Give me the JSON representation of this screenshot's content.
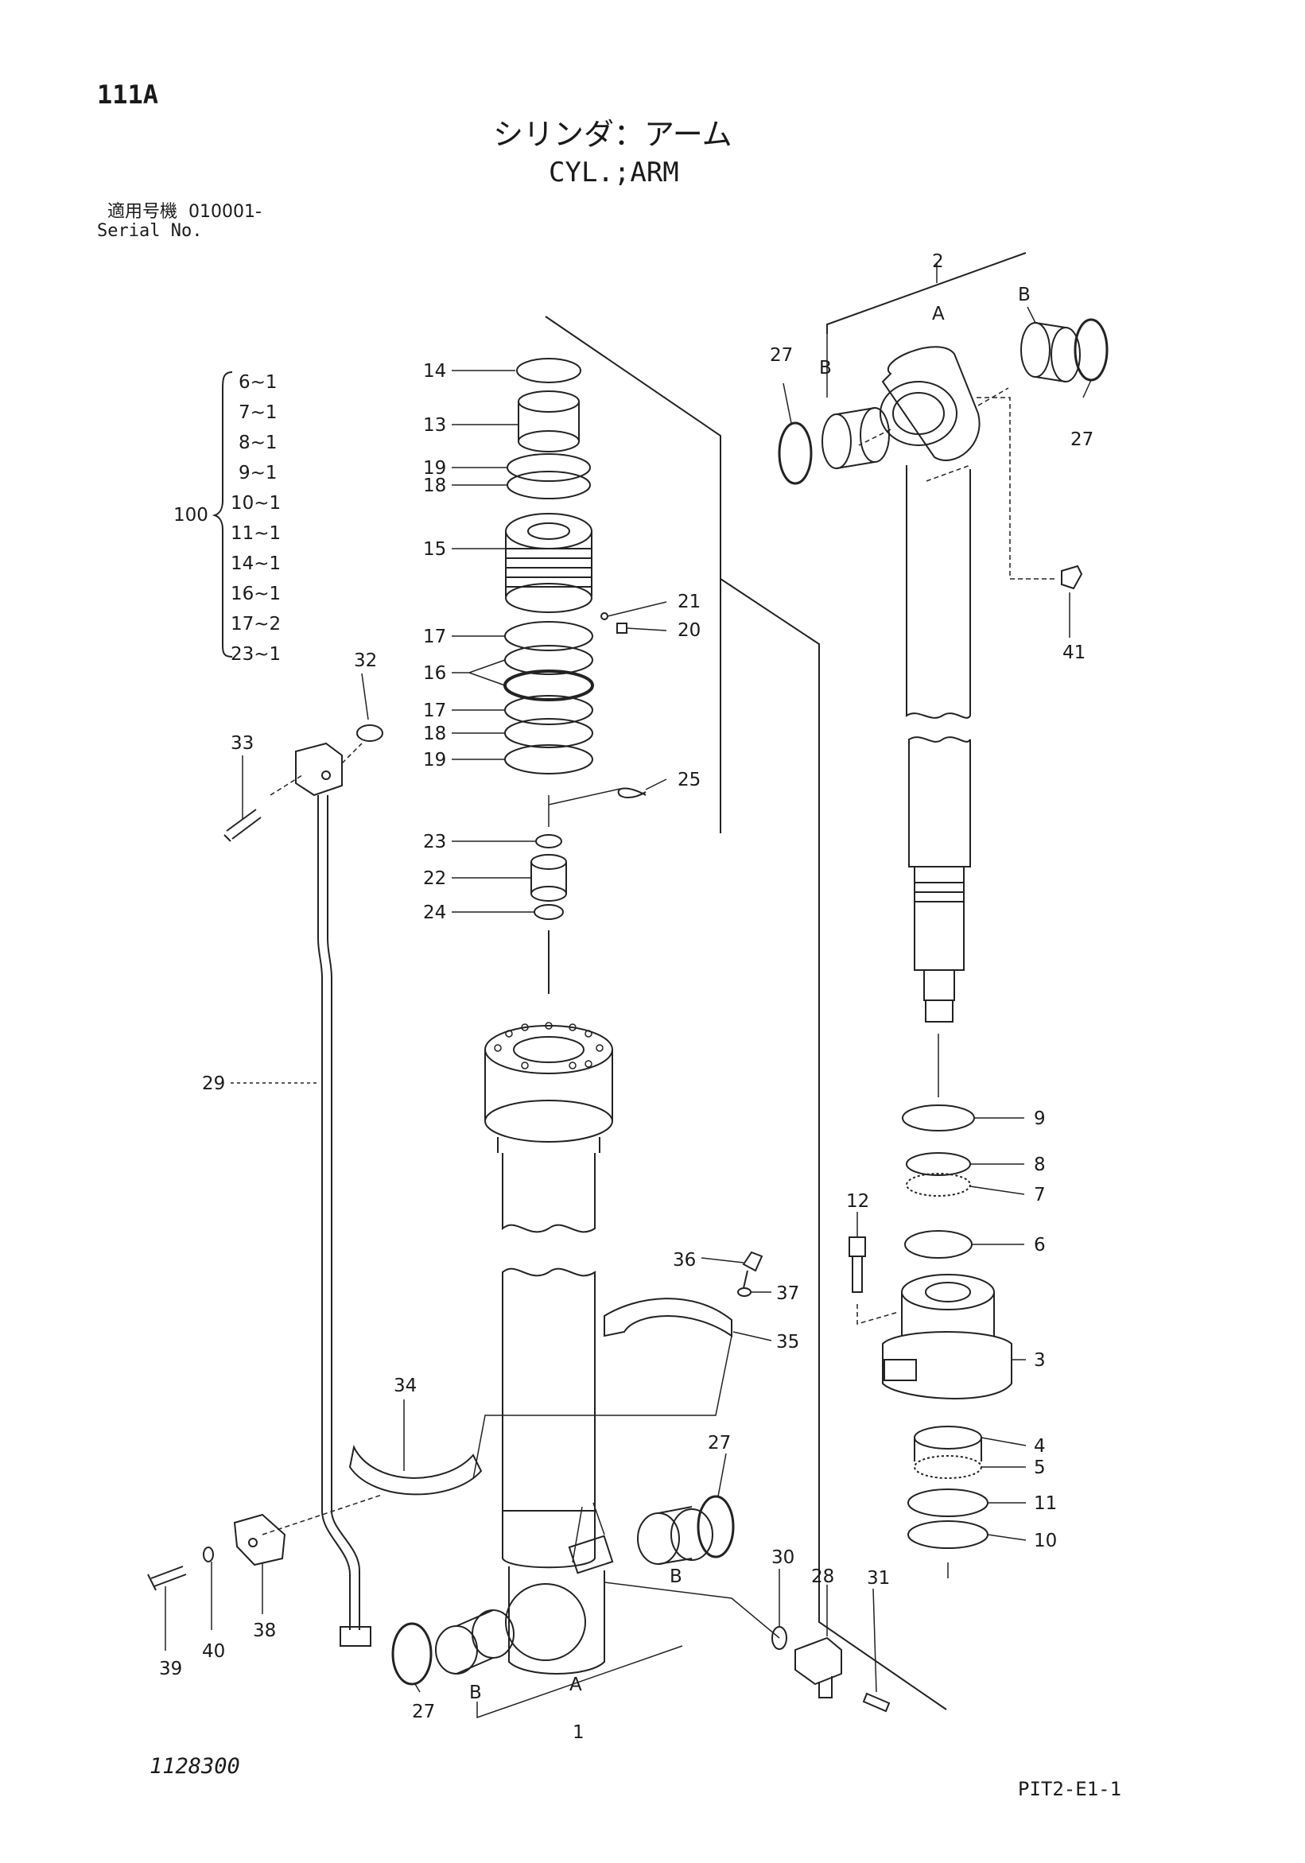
{
  "header": {
    "page_code": "111A",
    "title_jp": "シリンダ：アーム",
    "title_en": "CYL.;ARM",
    "serial_label_jp": "適用号機",
    "serial_value": "010001-",
    "serial_label_en": "Serial No."
  },
  "kit": {
    "label": "100",
    "items": [
      "6~1",
      "7~1",
      "8~1",
      "9~1",
      "10~1",
      "11~1",
      "14~1",
      "16~1",
      "17~2",
      "23~1"
    ]
  },
  "callouts": {
    "c1": "1",
    "c2": "2",
    "c3": "3",
    "c4": "4",
    "c5": "5",
    "c6": "6",
    "c7": "7",
    "c8": "8",
    "c9": "9",
    "c10": "10",
    "c11": "11",
    "c12": "12",
    "c13": "13",
    "c14": "14",
    "c15": "15",
    "c16": "16",
    "c17a": "17",
    "c17b": "17",
    "c18a": "18",
    "c18b": "18",
    "c19a": "19",
    "c19b": "19",
    "c20": "20",
    "c21": "21",
    "c22": "22",
    "c23": "23",
    "c24": "24",
    "c25": "25",
    "c27a": "27",
    "c27b": "27",
    "c27c": "27",
    "c27d": "27",
    "c28": "28",
    "c29": "29",
    "c30": "30",
    "c31": "31",
    "c32": "32",
    "c33": "33",
    "c34": "34",
    "c35": "35",
    "c36": "36",
    "c37": "37",
    "c38": "38",
    "c39": "39",
    "c40": "40",
    "c41": "41",
    "ra1": "A",
    "ra2": "A",
    "rb1": "B",
    "rb2": "B",
    "rb3": "B",
    "rb4": "B"
  },
  "footer": {
    "drawing_no": "1128300",
    "page_ref": "PIT2-E1-1"
  }
}
